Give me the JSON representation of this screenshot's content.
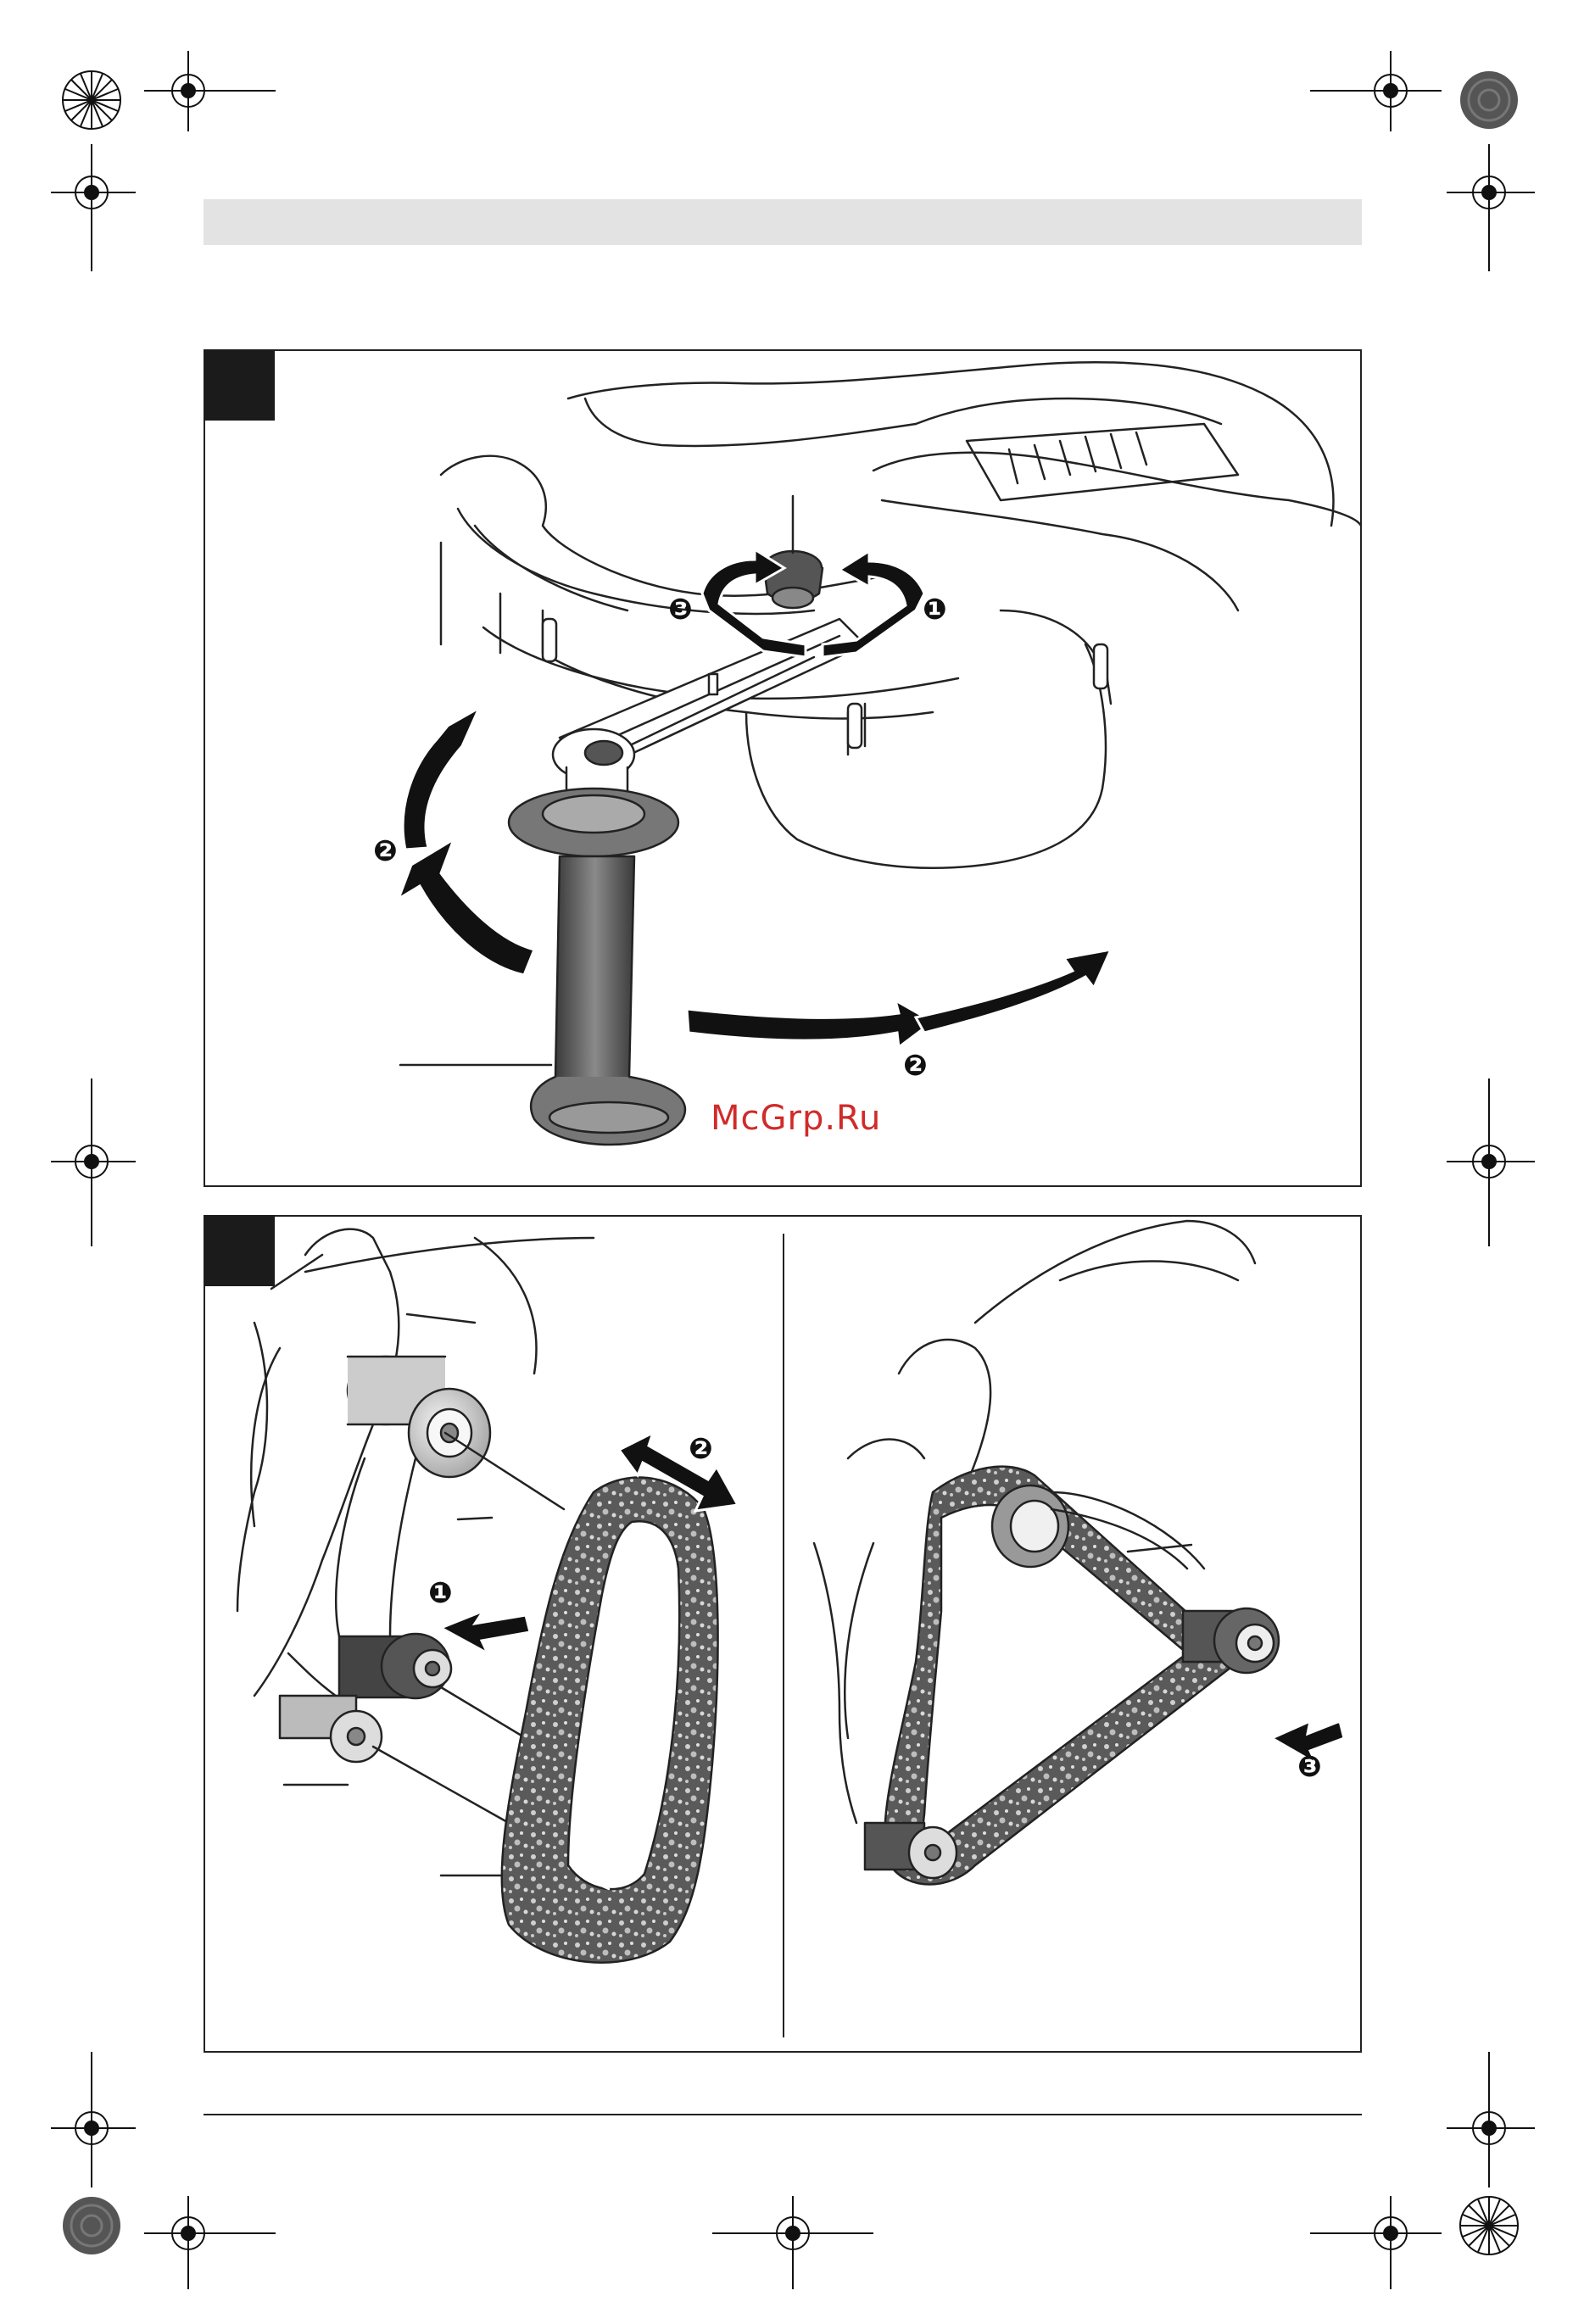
{
  "watermark": {
    "text": "McGrp.Ru",
    "color": "#d12a2a"
  },
  "figure_a": {
    "callouts": [
      {
        "marker": "❸",
        "icon": "rotate-left-arrow-icon"
      },
      {
        "marker": "❶",
        "icon": "rotate-right-arrow-icon"
      },
      {
        "marker": "❷",
        "icon": "swing-up-arrow-icon"
      },
      {
        "marker": "❷",
        "icon": "swing-right-arrow-icon"
      }
    ]
  },
  "figure_b": {
    "left_callouts": [
      {
        "marker": "❶",
        "icon": "push-arrow-icon"
      },
      {
        "marker": "❷",
        "icon": "double-arrow-icon"
      }
    ],
    "right_callouts": [
      {
        "marker": "❸",
        "icon": "push-arrow-icon"
      }
    ]
  }
}
